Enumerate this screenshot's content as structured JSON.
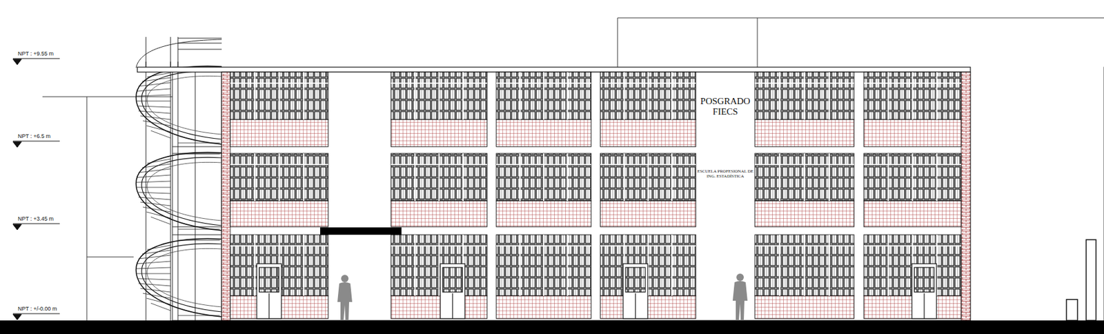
{
  "diagram": {
    "labels": [
      "NPT : +9.55 m",
      "NPT : +6.5 m",
      "NPT : +3.45 m",
      "NPT : +/-0.00 m",
      "POSGRADO FIECS",
      "ESCUELA PROFESIONAL DE ING. ESTADÍSTICA"
    ]
  }
}
